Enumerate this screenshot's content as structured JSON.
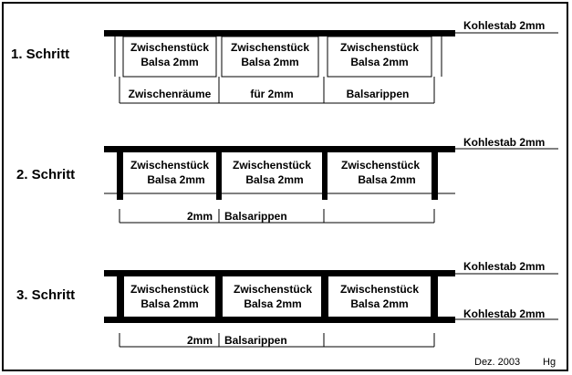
{
  "steps": [
    {
      "label": "1. Schritt",
      "rod_label": "Kohlestab 2mm",
      "pieces": [
        {
          "line1": "Zwischenstück",
          "line2": "Balsa  2mm"
        },
        {
          "line1": "Zwischenstück",
          "line2": "Balsa  2mm"
        },
        {
          "line1": "Zwischenstück",
          "line2": "Balsa  2mm"
        }
      ],
      "gap_captions": [
        "Zwischenräume",
        "für  2mm",
        "Balsarippen"
      ]
    },
    {
      "label": "2. Schritt",
      "rod_label": "Kohlestab 2mm",
      "pieces": [
        {
          "line1": "Zwischenstück",
          "line2": "Balsa  2mm"
        },
        {
          "line1": "Zwischenstück",
          "line2": "Balsa  2mm"
        },
        {
          "line1": "Zwischenstück",
          "line2": "Balsa  2mm"
        }
      ],
      "rib_caption_a": "2mm",
      "rib_caption_b": "Balsarippen"
    },
    {
      "label": "3. Schritt",
      "rod_label_top": "Kohlestab 2mm",
      "rod_label_bottom": "Kohlestab 2mm",
      "pieces": [
        {
          "line1": "Zwischenstück",
          "line2": "Balsa  2mm"
        },
        {
          "line1": "Zwischenstück",
          "line2": "Balsa  2mm"
        },
        {
          "line1": "Zwischenstück",
          "line2": "Balsa  2mm"
        }
      ],
      "rib_caption_a": "2mm",
      "rib_caption_b": "Balsarippen"
    }
  ],
  "footer": {
    "date": "Dez. 2003",
    "author": "Hg"
  }
}
